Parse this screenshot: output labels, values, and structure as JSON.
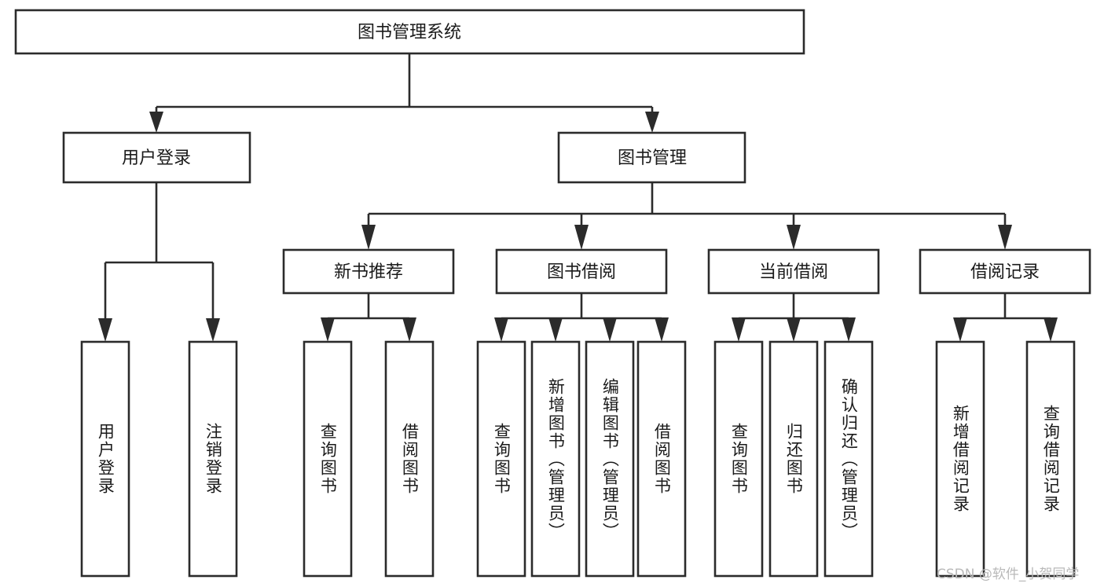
{
  "diagram": {
    "title": "图书管理系统",
    "type": "tree-hierarchy-diagram",
    "root": {
      "label": "图书管理系统"
    },
    "level2": [
      {
        "id": "user-login",
        "label": "用户登录"
      },
      {
        "id": "book-management",
        "label": "图书管理"
      }
    ],
    "level3": [
      {
        "id": "new-book-recommend",
        "label": "新书推荐",
        "parent": "book-management"
      },
      {
        "id": "book-borrow",
        "label": "图书借阅",
        "parent": "book-management"
      },
      {
        "id": "current-borrow",
        "label": "当前借阅",
        "parent": "book-management"
      },
      {
        "id": "borrow-record",
        "label": "借阅记录",
        "parent": "book-management"
      }
    ],
    "leaves": {
      "user-login": [
        {
          "id": "leaf-user-login",
          "label": "用户登录"
        },
        {
          "id": "leaf-user-logout",
          "label": "注销登录"
        }
      ],
      "new-book-recommend": [
        {
          "id": "leaf-query-book-1",
          "label": "查询图书"
        },
        {
          "id": "leaf-borrow-book-1",
          "label": "借阅图书"
        }
      ],
      "book-borrow": [
        {
          "id": "leaf-query-book-2",
          "label": "查询图书"
        },
        {
          "id": "leaf-add-book",
          "label": "新增图书（管理员）"
        },
        {
          "id": "leaf-edit-book",
          "label": "编辑图书（管理员）"
        },
        {
          "id": "leaf-borrow-book-2",
          "label": "借阅图书"
        }
      ],
      "current-borrow": [
        {
          "id": "leaf-query-book-3",
          "label": "查询图书"
        },
        {
          "id": "leaf-return-book",
          "label": "归还图书"
        },
        {
          "id": "leaf-confirm-return",
          "label": "确认归还（管理员）"
        }
      ],
      "borrow-record": [
        {
          "id": "leaf-add-record",
          "label": "新增借阅记录"
        },
        {
          "id": "leaf-query-record",
          "label": "查询借阅记录"
        }
      ]
    }
  },
  "watermark": {
    "text": "CSDN @软件_小贺同学"
  },
  "colors": {
    "stroke": "#2b2b2b",
    "fill": "#ffffff",
    "text": "#1a1a1a",
    "watermark": "#b9b9b9"
  }
}
